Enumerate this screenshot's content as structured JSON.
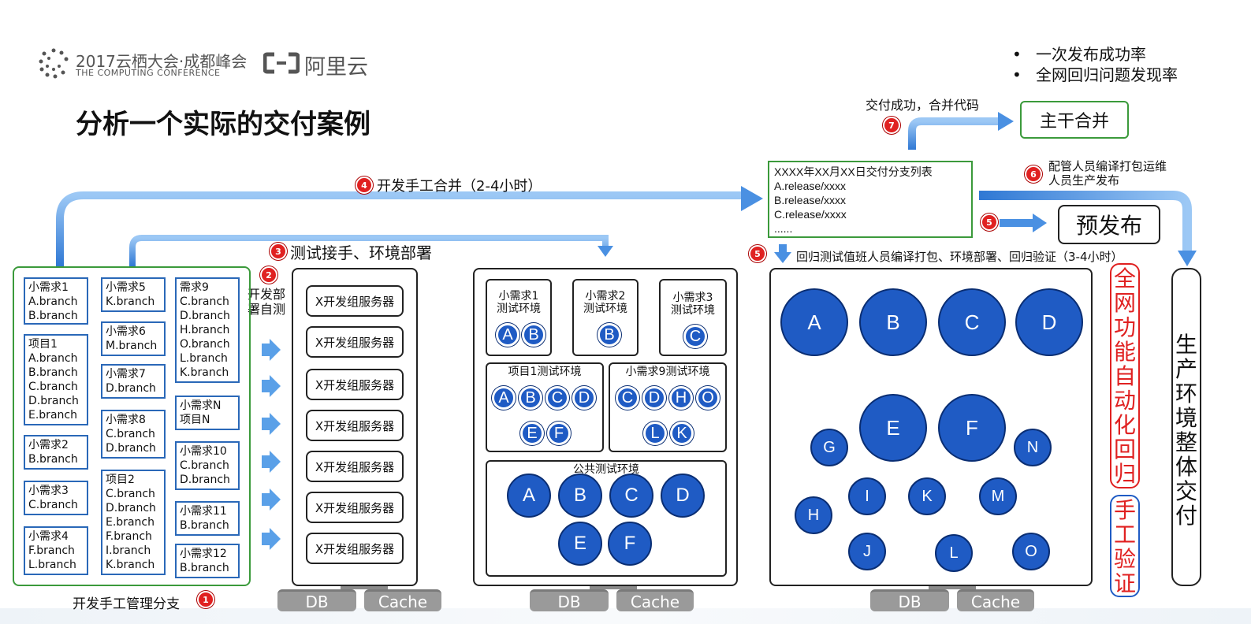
{
  "header": {
    "conf_title": "2017云栖大会·成都峰会",
    "conf_subtitle": "THE COMPUTING CONFERENCE",
    "brand": "阿里云",
    "page_title": "分析一个实际的交付案例",
    "bullets": [
      "一次发布成功率",
      "全网回归问题发现率"
    ]
  },
  "steps": {
    "s1": {
      "num": "1",
      "label": "开发手工管理分支"
    },
    "s2": {
      "num": "2",
      "label": "开发部署自测"
    },
    "s3": {
      "num": "3",
      "label": "测试接手、环境部署"
    },
    "s4": {
      "num": "4",
      "label": "开发手工合并（2-4小时）"
    },
    "s5a": {
      "num": "5",
      "label": "回归测试值班人员编译打包、环境部署、回归验证（3-4小时）"
    },
    "s5b": {
      "num": "5"
    },
    "s6": {
      "num": "6",
      "label": "配管人员编译打包运维人员生产发布"
    },
    "s7": {
      "num": "7",
      "label": "交付成功，合并代码"
    }
  },
  "branches": {
    "col1": [
      "小需求1\nA.branch\nB.branch",
      "项目1\nA.branch\nB.branch\nC.branch\nD.branch\nE.branch",
      "小需求2\nB.branch",
      "小需求3\nC.branch",
      "小需求4\nF.branch\nL.branch"
    ],
    "col2": [
      "小需求5\nK.branch",
      "小需求6\nM.branch",
      "小需求7\nD.branch",
      "小需求8\nC.branch\nD.branch",
      "项目2\nC.branch\nD.branch\nE.branch\nF.branch\nI.branch\nK.branch"
    ],
    "col3": [
      "需求9\nC.branch\nD.branch\nH.branch\nO.branch\nL.branch\nK.branch",
      "小需求N\n项目N",
      "小需求10\nC.branch\nD.branch",
      "小需求11\nB.branch",
      "小需求12\nB.branch"
    ]
  },
  "servers": [
    "X开发组服务器",
    "X开发组服务器",
    "X开发组服务器",
    "X开发组服务器",
    "X开发组服务器",
    "X开发组服务器",
    "X开发组服务器"
  ],
  "test_envs": {
    "req1": {
      "title": "小需求1\n测试环境",
      "nodes": [
        "A",
        "B"
      ]
    },
    "req2": {
      "title": "小需求2\n测试环境",
      "nodes": [
        "B"
      ]
    },
    "req3": {
      "title": "小需求3\n测试环境",
      "nodes": [
        "C"
      ]
    },
    "proj1": {
      "title": "项目1测试环境",
      "nodes": [
        "A",
        "B",
        "C",
        "D",
        "E",
        "F"
      ]
    },
    "req9": {
      "title": "小需求9测试环境",
      "nodes": [
        "C",
        "D",
        "H",
        "O",
        "L",
        "K"
      ]
    },
    "public": {
      "title": "公共测试环境",
      "nodes": [
        "A",
        "B",
        "C",
        "D",
        "E",
        "F"
      ]
    }
  },
  "release_list": {
    "title": "XXXX年XX月XX日交付分支列表",
    "items": [
      "A.release/xxxx",
      "B.release/xxxx",
      "C.release/xxxx",
      "......"
    ]
  },
  "trunk_merge": "主干合并",
  "pre_release": "预发布",
  "regression_nodes": [
    "A",
    "B",
    "C",
    "D",
    "E",
    "F",
    "G",
    "N",
    "I",
    "K",
    "M",
    "H",
    "J",
    "L",
    "O"
  ],
  "full_auto_regression": "全网功能自动化回归",
  "manual_verify": "手工验证",
  "production": "生产环境整体交付",
  "db_label": "DB",
  "cache_label": "Cache",
  "colors": {
    "blue": "#1f5bc4",
    "red": "#e02121",
    "green": "#3b9a3b",
    "arrow": "#4a90e2"
  }
}
